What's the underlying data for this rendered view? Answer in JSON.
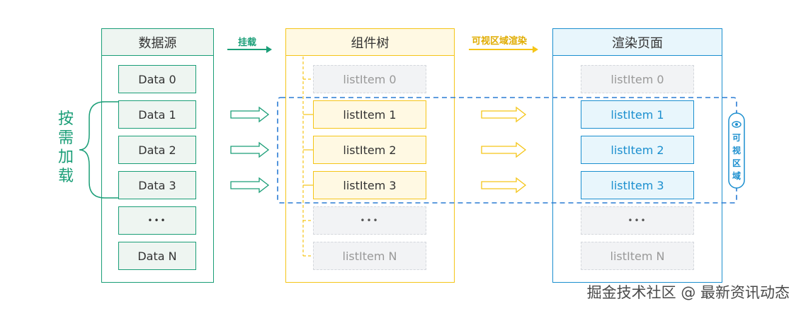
{
  "colors": {
    "green": "#1a9e77",
    "green_light_bg": "#eef5f1",
    "yellow": "#f5c518",
    "yellow_light_bg": "#fff9e3",
    "blue": "#1b8fcf",
    "blue_light_bg": "#e8f6fc",
    "gray_bg": "#f2f3f5",
    "gray_text": "#999999",
    "dashed_blue": "#2a7bd4"
  },
  "data_source": {
    "title": "数据源",
    "items": [
      "Data 0",
      "Data 1",
      "Data 2",
      "Data 3",
      "•••",
      "Data N"
    ]
  },
  "component_tree": {
    "title": "组件树",
    "items": [
      "listItem 0",
      "listItem 1",
      "listItem 2",
      "listItem 3",
      "•••",
      "listItem N"
    ]
  },
  "render_page": {
    "title": "渲染页面",
    "items": [
      "listItem 0",
      "listItem 1",
      "listItem 2",
      "listItem 3",
      "•••",
      "listItem N"
    ]
  },
  "arrows": {
    "mount_label": "挂载",
    "visible_render_label": "可视区域渲染"
  },
  "on_demand_label": [
    "按",
    "需",
    "加",
    "载"
  ],
  "visible_area_label": [
    "可",
    "视",
    "区",
    "域"
  ],
  "watermark": "掘金技术社区 @ 最新资讯动态"
}
